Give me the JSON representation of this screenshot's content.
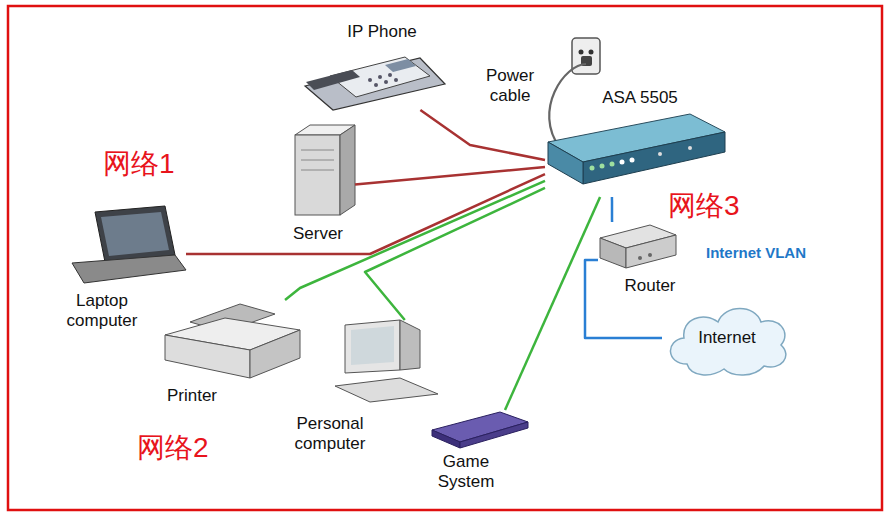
{
  "diagram": {
    "nodes": [
      {
        "text": [
          "IP Phone"
        ]
      },
      {
        "text": [
          "ASA 5505"
        ]
      },
      {
        "text": [
          "Server"
        ]
      },
      {
        "text": [
          "Laptop computer"
        ]
      },
      {
        "text": [
          "Router"
        ]
      },
      {
        "text": [
          "Internet"
        ]
      },
      {
        "text": [
          "Printer"
        ]
      },
      {
        "text": [
          "Personal computer"
        ]
      },
      {
        "text": [
          "Game System"
        ]
      }
    ],
    "edges": [
      {
        "from": 0,
        "to": 1,
        "arrow": "none"
      },
      {
        "from": 2,
        "to": 1,
        "arrow": "none"
      },
      {
        "from": 3,
        "to": 1,
        "arrow": "none"
      },
      {
        "from": 6,
        "to": 1,
        "arrow": "none"
      },
      {
        "from": 7,
        "to": 1,
        "arrow": "none"
      },
      {
        "from": 8,
        "to": 1,
        "arrow": "none"
      },
      {
        "from": 1,
        "to": 4,
        "arrow": "none"
      },
      {
        "from": 4,
        "to": 5,
        "arrow": "none"
      }
    ],
    "labels": [
      "网络1",
      "Power cable",
      "网络3",
      "Internet VLAN",
      "网络2"
    ]
  }
}
